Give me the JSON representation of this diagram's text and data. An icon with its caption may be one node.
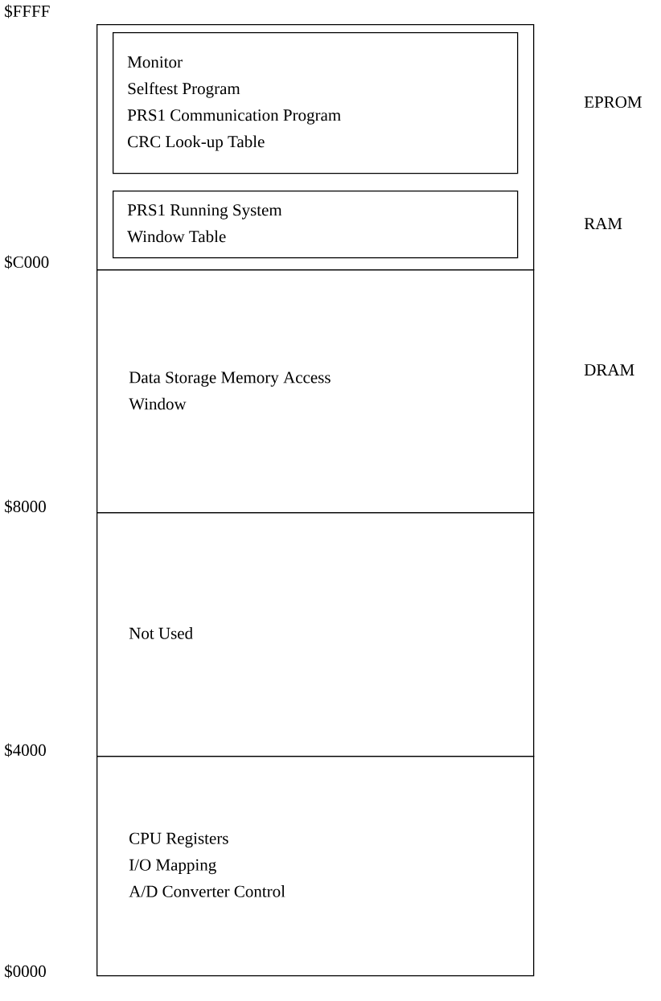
{
  "diagram": {
    "nodes": [
      {
        "text": [],
        "shape": "box"
      },
      {
        "text": [
          "Monitor",
          "Selftest Program",
          "PRS1 Communication Program",
          "CRC Look-up Table"
        ],
        "in": 0,
        "beside": [
          "EPROM"
        ]
      },
      {
        "text": [
          "PRS1 Running System",
          "Window Table"
        ],
        "in": 0,
        "beside": [
          "RAM"
        ]
      },
      {
        "text": [
          "Data Storage Memory Access Window"
        ],
        "beside": [
          "DRAM"
        ]
      },
      {
        "text": [
          "Not Used"
        ]
      },
      {
        "text": [
          "CPU Registers",
          "I/O Mapping",
          "A/D Converter Control"
        ]
      }
    ],
    "labels": [
      "$FFFF",
      "$C000",
      "$8000",
      "$4000",
      "$0000"
    ]
  }
}
